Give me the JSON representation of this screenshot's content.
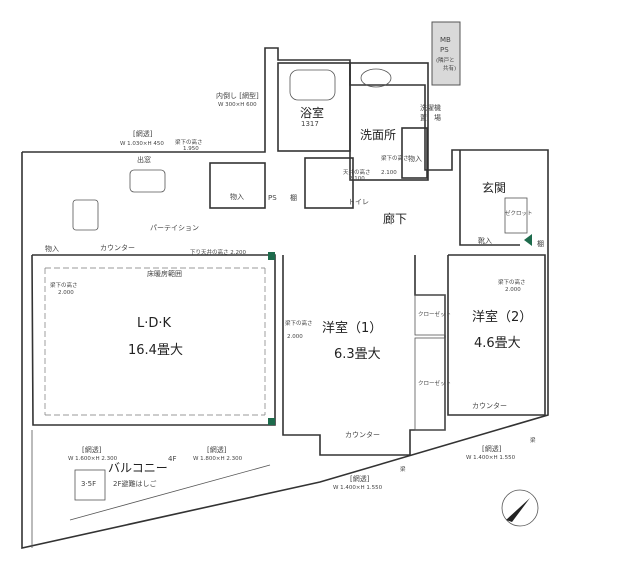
{
  "plan": {
    "rooms": {
      "ldk": {
        "name": "L·D·K",
        "size": "16.4畳大"
      },
      "western1": {
        "name": "洋室（1）",
        "size": "6.3畳大"
      },
      "western2": {
        "name": "洋室（2）",
        "size": "4.6畳大"
      },
      "bath": {
        "name": "浴室",
        "size": "1317"
      },
      "washroom": "洗面所",
      "laundry_1": "洗濯機",
      "laundry_2": "置　場",
      "toilet": "トイレ",
      "hallway": "廊下",
      "entrance": "玄関",
      "shoe_storage": "靴入",
      "balcony": "バルコニー",
      "mbps_1": "MB",
      "mbps_2": "PS",
      "mbps_3": "(隣戸と",
      "mbps_4": "共有)"
    },
    "labels": {
      "storage_kitchen": "物入",
      "storage_wash": "物入",
      "storage_ldk": "物入",
      "ps": "PS",
      "shelf": "棚",
      "shelf_entrance": "棚",
      "bay_window": "出窓",
      "partition": "パーテイション",
      "counter_ldk": "カウンター",
      "counter_w1": "カウンター",
      "counter_w2": "カウンター",
      "floor_heating": "床暖房範囲",
      "lowered_ceiling": "下り天井の高さ 2.200",
      "closet_1": "クローゼット",
      "closet_2": "クローゼット",
      "closet_entrance": "ゼクロット",
      "floor_3_5": "3·5F",
      "floor_4": "4F",
      "escape_ladder": "2F避難はしご",
      "beam_1": "梁",
      "beam_2": "梁",
      "beam_height_1": "梁下の高さ",
      "beam_height_1v": "1.950",
      "beam_height_2": "梁下の高さ",
      "beam_height_2v": "2.000",
      "beam_height_3": "梁下の高さ",
      "beam_height_3v": "2.000",
      "beam_height_4": "梁下の高さ",
      "beam_height_4v": "2.000",
      "beam_height_5": "梁下の高さ",
      "beam_height_5v": "2.100",
      "ceiling_height": "天井の高さ",
      "ceiling_height_v": "2.100"
    },
    "windows": {
      "bay": {
        "type": "[網透]",
        "size": "W 1.030×H 450"
      },
      "bath": {
        "type": "内倒し [網型]",
        "size": "W 300×H 600"
      },
      "ldk_left": {
        "type": "[網透]",
        "size": "W 1.600×H 2.300"
      },
      "ldk_right": {
        "type": "[網透]",
        "size": "W 1.800×H 2.300"
      },
      "w1": {
        "type": "[網透]",
        "size": "W 1.400×H 1.550"
      },
      "w2": {
        "type": "[網透]",
        "size": "W 1.400×H 1.550"
      }
    },
    "colors": {
      "accent": "#1d6b4c",
      "mbps_fill": "#d9d9d9"
    }
  }
}
